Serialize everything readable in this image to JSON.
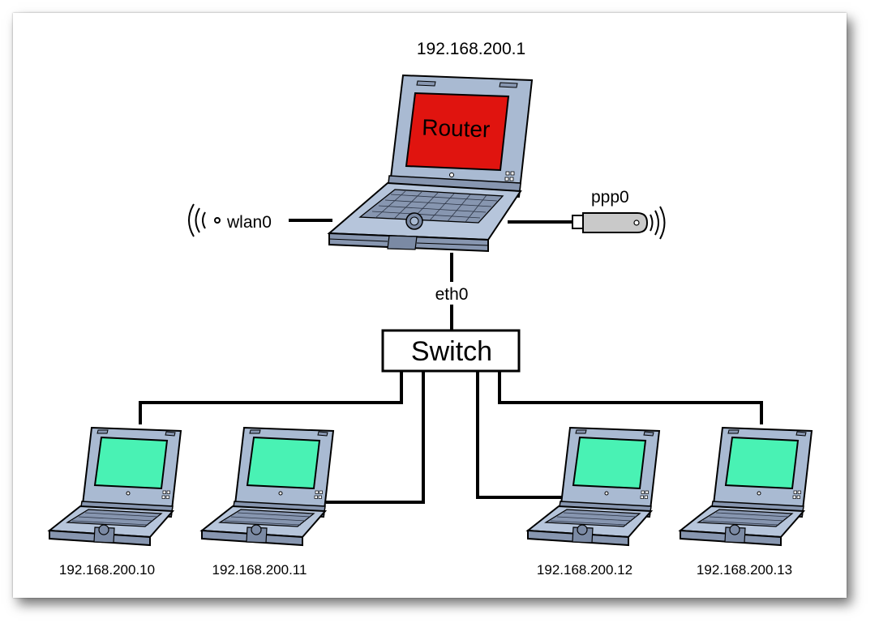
{
  "router": {
    "ip": "192.168.200.1",
    "screen_label": "Router",
    "screen_color": "#e0140f"
  },
  "interfaces": {
    "wlan": "wlan0",
    "ppp": "ppp0",
    "eth": "eth0"
  },
  "switch": {
    "label": "Switch"
  },
  "clients": [
    {
      "ip": "192.168.200.10"
    },
    {
      "ip": "192.168.200.11"
    },
    {
      "ip": "192.168.200.12"
    },
    {
      "ip": "192.168.200.13"
    }
  ],
  "colors": {
    "laptop_body": "#a9bad2",
    "laptop_dark": "#8796b0",
    "client_screen": "#49f2b4",
    "router_screen": "#e0140f",
    "usb_stick": "#c9c9c9",
    "cable": "#000000"
  },
  "icons": {
    "wifi": "wifi-waves-icon",
    "usb": "usb-modem-icon"
  }
}
